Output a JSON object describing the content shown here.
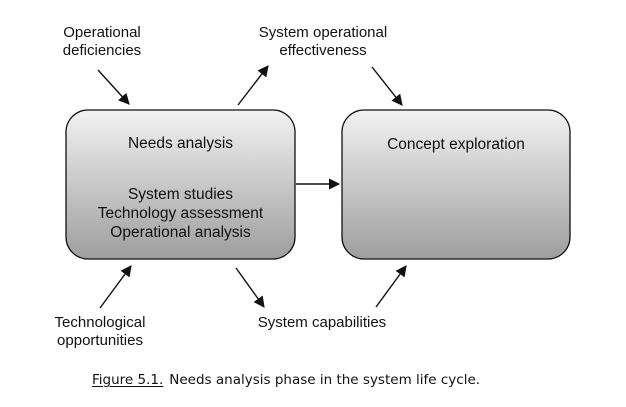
{
  "labels": {
    "operational_deficiencies": [
      "Operational",
      "deficiencies"
    ],
    "system_effectiveness": [
      "System operational",
      "effectiveness"
    ],
    "technological_opportunities": [
      "Technological",
      "opportunities"
    ],
    "system_capabilities": "System capabilities"
  },
  "left_box": {
    "title": "Needs analysis",
    "items": [
      "System studies",
      "Technology assessment",
      "Operational analysis"
    ]
  },
  "right_box": {
    "title": "Concept exploration"
  },
  "caption": {
    "label": "Figure 5.1.",
    "text": "Needs analysis phase in the system life cycle."
  },
  "colors": {
    "box_gradient_top": "#f2f2f2",
    "box_gradient_bottom": "#9e9e9e",
    "stroke": "#111111"
  }
}
